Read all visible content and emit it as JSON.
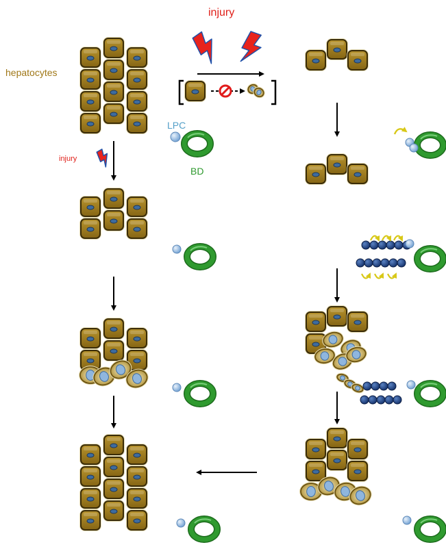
{
  "labels": {
    "injury_top": "injury",
    "injury_side": "injury",
    "hepatocytes": "hepatocytes",
    "lpc": "LPC",
    "bd": "BD"
  },
  "colors": {
    "hepatocyte_fill": "#9a7a1e",
    "hepatocyte_outline": "#3a2c08",
    "hepatocyte_glow": "#e6dcb0",
    "nucleus": "#3e6c9e",
    "lpc_cell": "#9cc0e4",
    "oval_nucleus": "#8fb6de",
    "bile_duct": "#2f9a2f",
    "progenitor_chain": "#1f3f7a",
    "arrow": "#000000",
    "lightning": "#e8231c",
    "curved_arrow": "#d8c818",
    "inhibit": "#e11b1b",
    "injury_text": "#e0201a",
    "hepatocytes_text": "#a07818",
    "lpc_text": "#55a0c8",
    "bd_text": "#2f9a2f"
  },
  "icons": [
    "lightning-icon",
    "inhibition-icon",
    "arrow-icon",
    "curved-arrow-icon",
    "bile-duct-icon",
    "lpc-icon"
  ]
}
